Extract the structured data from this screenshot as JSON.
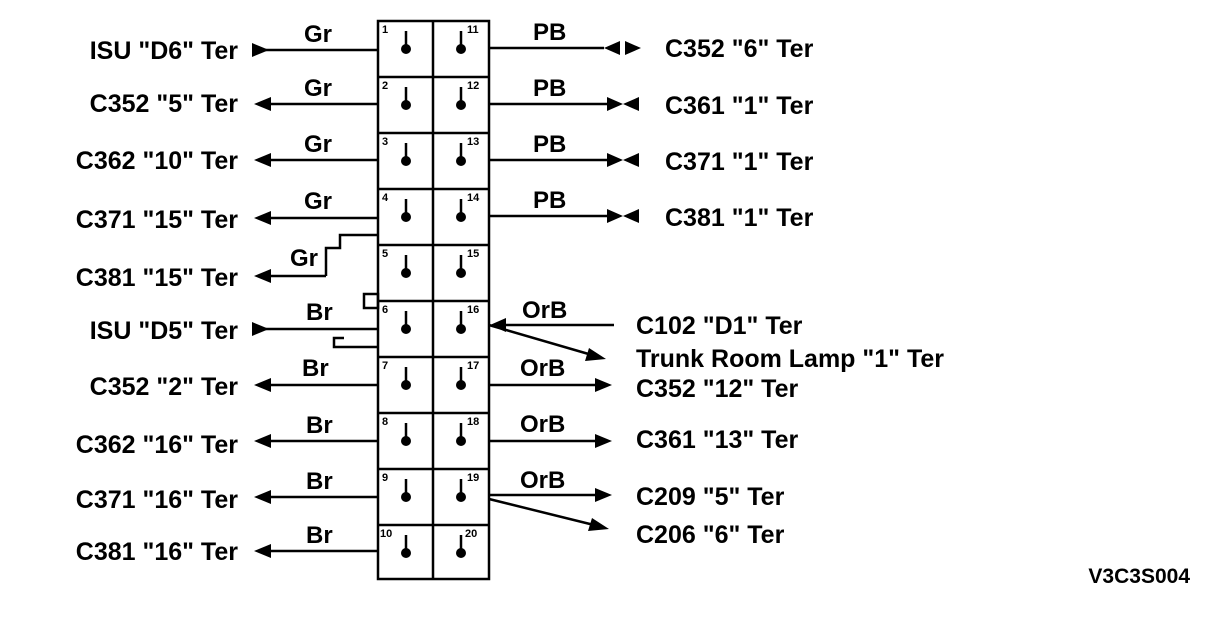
{
  "diagram_code": "V3C3S004",
  "pins_left": [
    {
      "pin": "1",
      "wire": "Gr",
      "term": "ISU \"D6\" Ter"
    },
    {
      "pin": "2",
      "wire": "Gr",
      "term": "C352 \"5\" Ter"
    },
    {
      "pin": "3",
      "wire": "Gr",
      "term": "C362 \"10\" Ter"
    },
    {
      "pin": "4",
      "wire": "Gr",
      "term": "C371 \"15\" Ter"
    },
    {
      "pin": "5",
      "wire": "Gr",
      "term": "C381 \"15\" Ter"
    },
    {
      "pin": "6",
      "wire": "Br",
      "term": "ISU \"D5\" Ter"
    },
    {
      "pin": "7",
      "wire": "Br",
      "term": "C352 \"2\" Ter"
    },
    {
      "pin": "8",
      "wire": "Br",
      "term": "C362 \"16\" Ter"
    },
    {
      "pin": "9",
      "wire": "Br",
      "term": "C371 \"16\" Ter"
    },
    {
      "pin": "10",
      "wire": "Br",
      "term": "C381 \"16\" Ter"
    }
  ],
  "pins_right": [
    {
      "pin": "11",
      "wire": "PB",
      "terms": [
        "C352 \"6\" Ter"
      ]
    },
    {
      "pin": "12",
      "wire": "PB",
      "terms": [
        "C361 \"1\" Ter"
      ]
    },
    {
      "pin": "13",
      "wire": "PB",
      "terms": [
        "C371 \"1\" Ter"
      ]
    },
    {
      "pin": "14",
      "wire": "PB",
      "terms": [
        "C381 \"1\" Ter"
      ]
    },
    {
      "pin": "15",
      "wire": "",
      "terms": []
    },
    {
      "pin": "16",
      "wire": "OrB",
      "terms": [
        "C102 \"D1\" Ter",
        "Trunk Room Lamp \"1\" Ter"
      ]
    },
    {
      "pin": "17",
      "wire": "OrB",
      "terms": [
        "C352 \"12\" Ter"
      ]
    },
    {
      "pin": "18",
      "wire": "OrB",
      "terms": [
        "C361 \"13\" Ter"
      ]
    },
    {
      "pin": "19",
      "wire": "OrB",
      "terms": [
        "C209 \"5\" Ter",
        "C206 \"6\" Ter"
      ]
    },
    {
      "pin": "20",
      "wire": "",
      "terms": []
    }
  ]
}
